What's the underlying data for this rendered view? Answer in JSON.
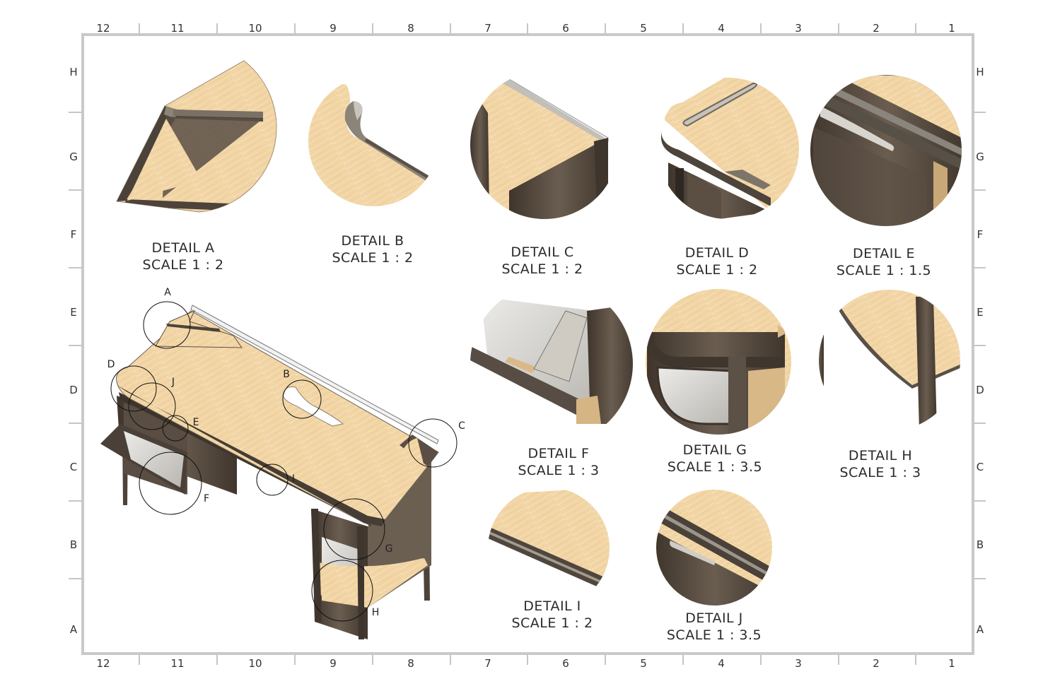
{
  "zones": {
    "columns": [
      "12",
      "11",
      "10",
      "9",
      "8",
      "7",
      "6",
      "5",
      "4",
      "3",
      "2",
      "1"
    ],
    "rows": [
      "H",
      "G",
      "F",
      "E",
      "D",
      "C",
      "B",
      "A"
    ]
  },
  "details": [
    {
      "id": "a",
      "name": "DETAIL A",
      "scale": "SCALE 1 : 2"
    },
    {
      "id": "b",
      "name": "DETAIL B",
      "scale": "SCALE 1 : 2"
    },
    {
      "id": "c",
      "name": "DETAIL C",
      "scale": "SCALE 1 : 2"
    },
    {
      "id": "d",
      "name": "DETAIL D",
      "scale": "SCALE 1 : 2"
    },
    {
      "id": "e",
      "name": "DETAIL E",
      "scale": "SCALE 1 : 1.5"
    },
    {
      "id": "f",
      "name": "DETAIL F",
      "scale": "SCALE 1 : 3"
    },
    {
      "id": "g",
      "name": "DETAIL G",
      "scale": "SCALE 1 : 3.5"
    },
    {
      "id": "h",
      "name": "DETAIL H",
      "scale": "SCALE 1 : 3"
    },
    {
      "id": "i",
      "name": "DETAIL I",
      "scale": "SCALE 1 : 2"
    },
    {
      "id": "j",
      "name": "DETAIL J",
      "scale": "SCALE 1 : 3.5"
    }
  ],
  "callouts": [
    "A",
    "B",
    "C",
    "D",
    "E",
    "F",
    "G",
    "H",
    "I",
    "J"
  ],
  "colors": {
    "wood": "#f3d9ac",
    "wood_grain": "#e4c18a",
    "dark_wood": "#4e4339",
    "dark_mid": "#6b5f52",
    "grey_panel": "#8a8a8a",
    "fabric": "#d7d4cf",
    "frame": "#c8c8c8"
  }
}
